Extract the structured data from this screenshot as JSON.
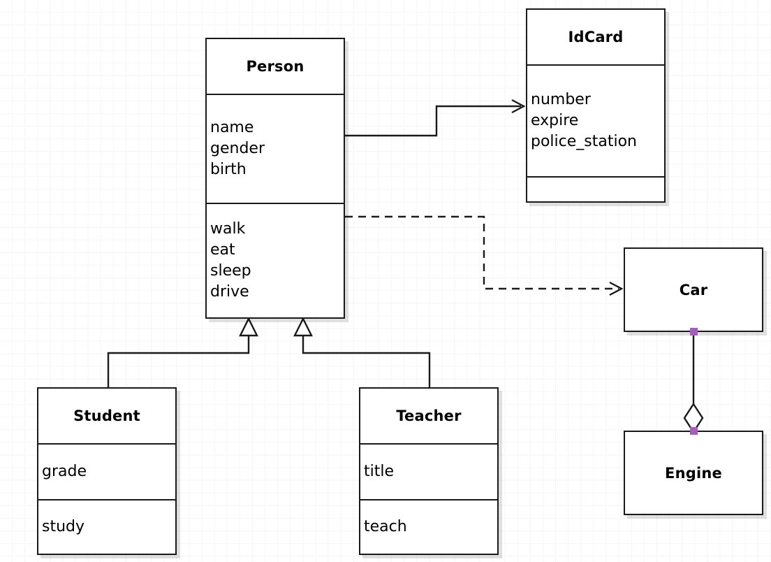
{
  "diagram": {
    "kind": "uml-class-diagram",
    "background": "#ffffff",
    "grid_color": "#f0f0f0",
    "line_color": "#1a1a1a",
    "selection_handle_color": "#a45fba",
    "classes": [
      {
        "id": "person",
        "name": "Person",
        "attributes": [
          "name",
          "gender",
          "birth"
        ],
        "methods": [
          "walk",
          "eat",
          "sleep",
          "drive"
        ]
      },
      {
        "id": "idcard",
        "name": "IdCard",
        "attributes": [
          "number",
          "expire",
          "police_station"
        ],
        "methods": []
      },
      {
        "id": "student",
        "name": "Student",
        "attributes": [
          "grade"
        ],
        "methods": [
          "study"
        ]
      },
      {
        "id": "teacher",
        "name": "Teacher",
        "attributes": [
          "title"
        ],
        "methods": [
          "teach"
        ]
      },
      {
        "id": "car",
        "name": "Car",
        "attributes": [],
        "methods": []
      },
      {
        "id": "engine",
        "name": "Engine",
        "attributes": [],
        "methods": []
      }
    ],
    "relationships": [
      {
        "id": "person-idcard",
        "type": "association",
        "from": "Person",
        "to": "IdCard",
        "style": "solid",
        "arrow": "open"
      },
      {
        "id": "person-car",
        "type": "dependency",
        "from": "Person",
        "to": "Car",
        "style": "dashed",
        "arrow": "open"
      },
      {
        "id": "student-person",
        "type": "generalization",
        "from": "Student",
        "to": "Person",
        "style": "solid",
        "arrow": "hollow-triangle"
      },
      {
        "id": "teacher-person",
        "type": "generalization",
        "from": "Teacher",
        "to": "Person",
        "style": "solid",
        "arrow": "hollow-triangle"
      },
      {
        "id": "car-engine",
        "type": "aggregation",
        "from": "Car",
        "to": "Engine",
        "style": "solid",
        "arrow": "hollow-diamond",
        "selected": true
      }
    ]
  }
}
